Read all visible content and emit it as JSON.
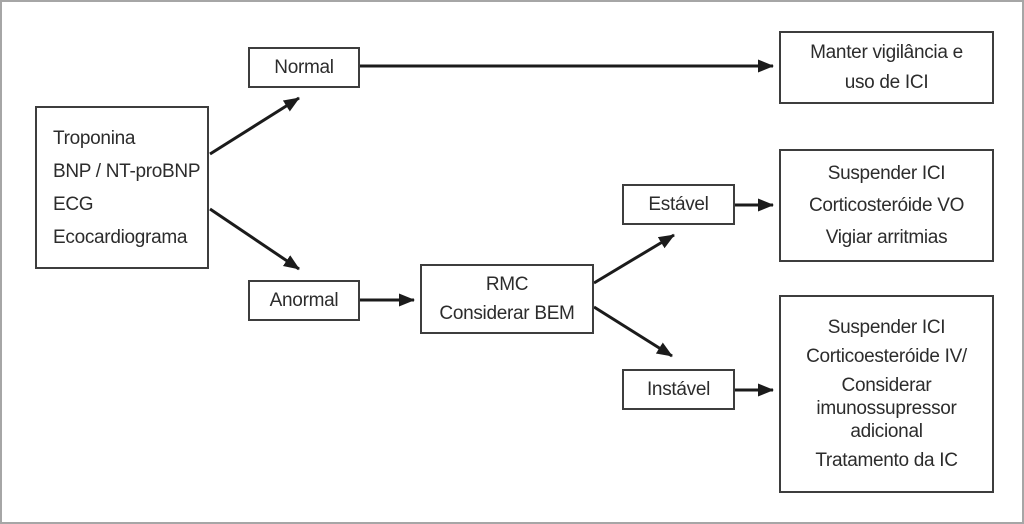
{
  "diagram": {
    "type": "flowchart",
    "language": "pt",
    "colors": {
      "background": "#ffffff",
      "frame_border": "#a6a6a6",
      "box_border": "#3d3d3d",
      "text": "#2c2c2c",
      "arrow": "#1b1b1b"
    },
    "nodes": {
      "tests": {
        "lines": [
          "Troponina",
          "BNP / NT-proBNP",
          "ECG",
          "Ecocardiograma"
        ]
      },
      "normal": {
        "label": "Normal"
      },
      "anormal": {
        "label": "Anormal"
      },
      "rmc": {
        "lines": [
          "RMC",
          "Considerar BEM"
        ]
      },
      "estavel": {
        "label": "Estável"
      },
      "instavel": {
        "label": "Instável"
      },
      "vigilancia": {
        "lines": [
          "Manter vigilância e",
          "uso de ICI"
        ]
      },
      "suspender_vo": {
        "lines": [
          "Suspender ICI",
          "Corticosteróide VO",
          "Vigiar arritmias"
        ]
      },
      "suspender_iv": {
        "items": [
          "Suspender ICI",
          "Corticoesteróide IV/",
          "Considerar imunossupressor adicional",
          "Tratamento da IC"
        ]
      }
    },
    "edges": [
      {
        "from": "tests",
        "to": "normal"
      },
      {
        "from": "tests",
        "to": "anormal"
      },
      {
        "from": "normal",
        "to": "vigilancia"
      },
      {
        "from": "anormal",
        "to": "rmc"
      },
      {
        "from": "rmc",
        "to": "estavel"
      },
      {
        "from": "rmc",
        "to": "instavel"
      },
      {
        "from": "estavel",
        "to": "suspender_vo"
      },
      {
        "from": "instavel",
        "to": "suspender_iv"
      }
    ]
  }
}
